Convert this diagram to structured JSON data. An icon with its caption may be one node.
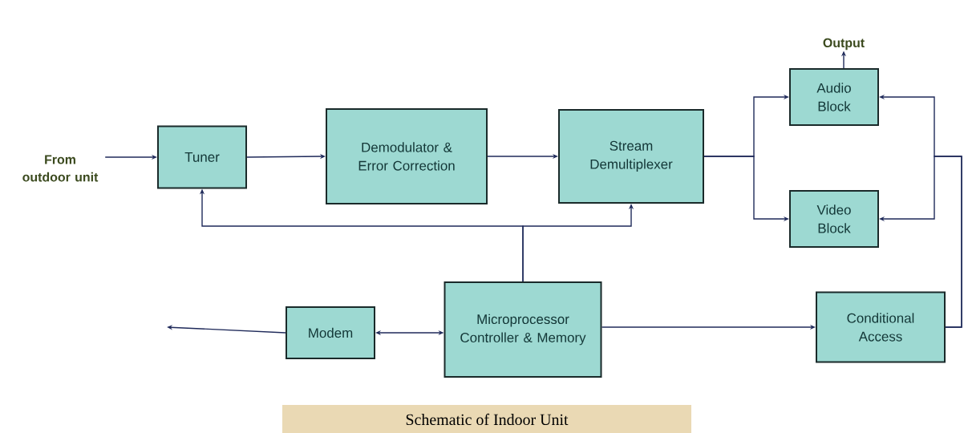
{
  "diagram": {
    "caption": "Schematic of Indoor Unit",
    "nodes": [
      {
        "text": [
          "From outdoor unit"
        ]
      },
      {
        "text": [
          "Tuner"
        ]
      },
      {
        "text": [
          "Demodulator & Error Correction"
        ]
      },
      {
        "text": [
          "Stream Demultiplexer"
        ]
      },
      {
        "text": [
          "Audio Block"
        ]
      },
      {
        "text": [
          "Video Block"
        ]
      },
      {
        "text": [
          "Output"
        ]
      },
      {
        "text": [
          "Microprocessor Controller & Memory"
        ]
      },
      {
        "text": [
          "Modem"
        ]
      },
      {
        "text": [
          "Conditional Access"
        ]
      }
    ],
    "edges": [
      {
        "from": 0,
        "to": 1,
        "arrow": "to"
      },
      {
        "from": 1,
        "to": 2,
        "arrow": "to"
      },
      {
        "from": 2,
        "to": 3,
        "arrow": "to"
      },
      {
        "from": 3,
        "to": 4,
        "arrow": "to"
      },
      {
        "from": 3,
        "to": 5,
        "arrow": "to"
      },
      {
        "from": 4,
        "to": 6,
        "arrow": "to"
      },
      {
        "from": 7,
        "to": 1,
        "arrow": "to"
      },
      {
        "from": 7,
        "to": 3,
        "arrow": "to"
      },
      {
        "from": 8,
        "to": 7,
        "arrow": "both"
      },
      {
        "from": 8,
        "to": null,
        "arrow": "to"
      },
      {
        "from": 7,
        "to": 9,
        "arrow": "to"
      },
      {
        "from": 9,
        "to": 4,
        "arrow": "to"
      },
      {
        "from": 9,
        "to": 5,
        "arrow": "to"
      }
    ]
  }
}
